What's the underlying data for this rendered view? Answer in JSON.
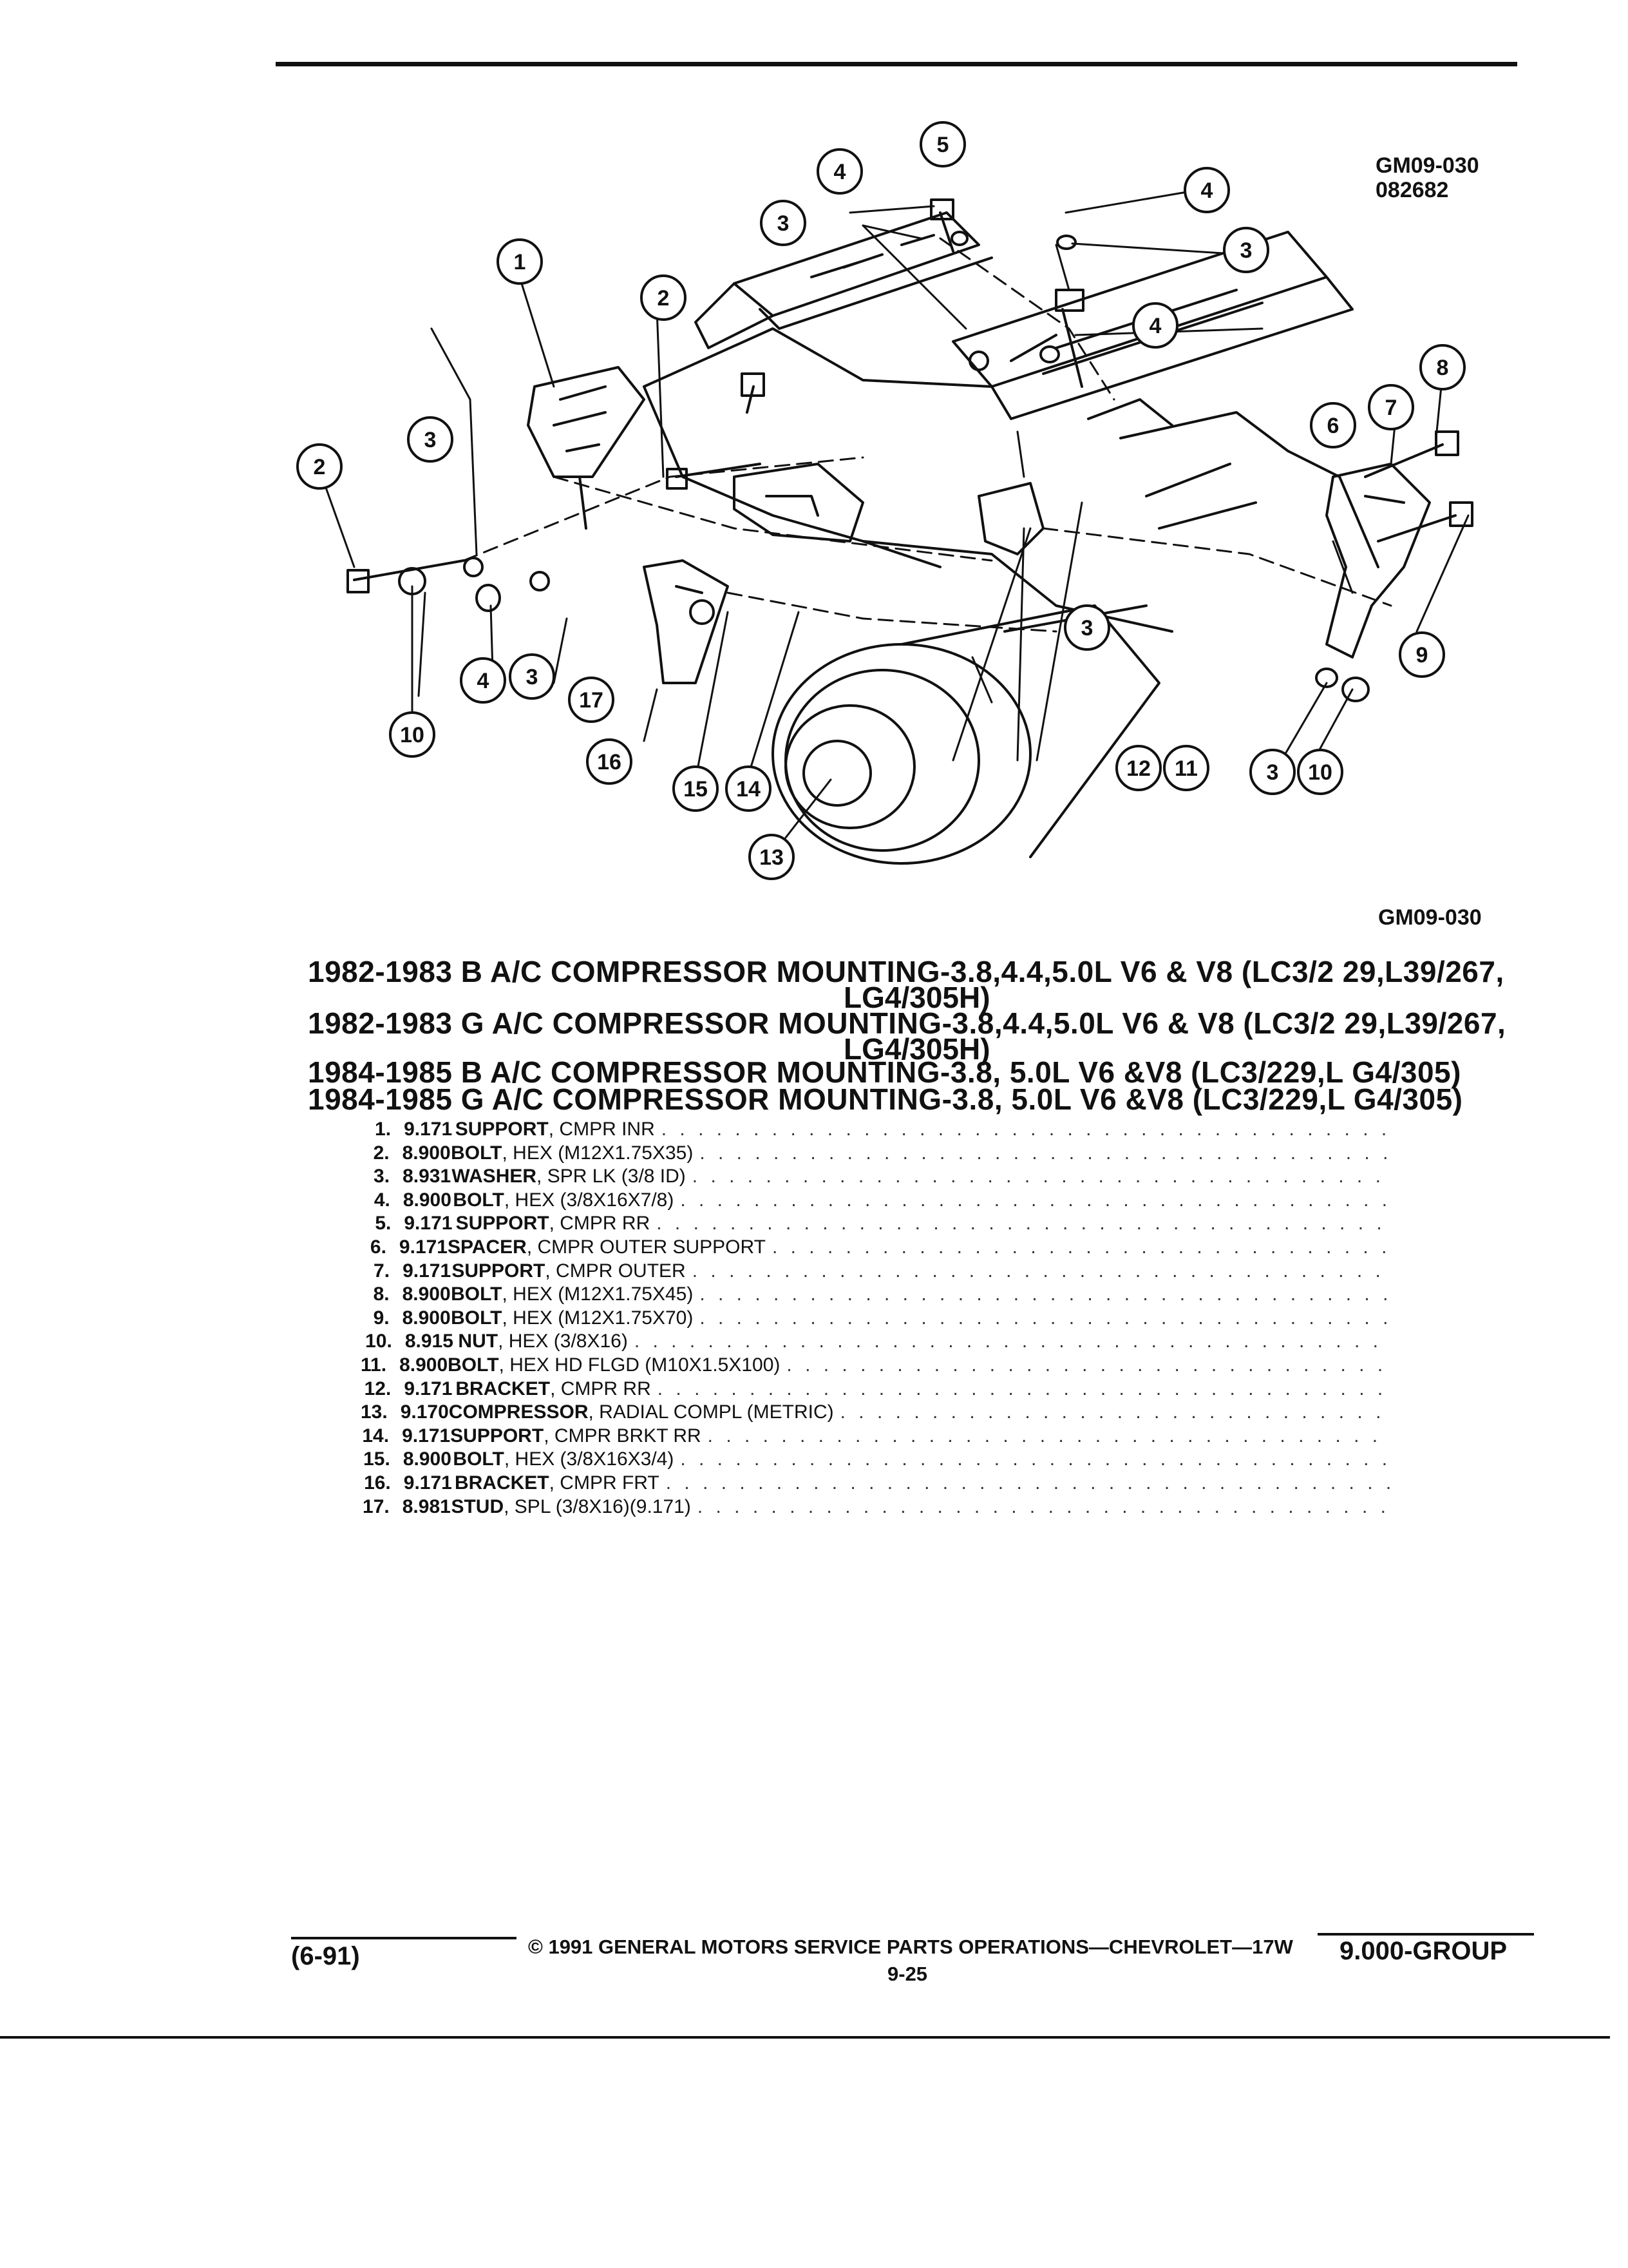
{
  "figure": {
    "id_top": "GM09-030",
    "date_code": "082682",
    "caption": "GM09-030",
    "callouts": [
      "1",
      "2",
      "2",
      "3",
      "3",
      "3",
      "3",
      "3",
      "3",
      "4",
      "4",
      "4",
      "4",
      "5",
      "6",
      "7",
      "8",
      "9",
      "10",
      "10",
      "11",
      "12",
      "13",
      "14",
      "15",
      "16",
      "17"
    ]
  },
  "headings": [
    {
      "line": "1982-1983 B A/C COMPRESSOR MOUNTING-3.8,4.4,5.0L V6 & V8 (LC3/2 29,L39/267,",
      "cont": "LG4/305H)"
    },
    {
      "line": "1982-1983 G A/C COMPRESSOR MOUNTING-3.8,4.4,5.0L V6 & V8 (LC3/2 29,L39/267,",
      "cont": "LG4/305H)"
    },
    {
      "line": "1984-1985 B A/C COMPRESSOR MOUNTING-3.8, 5.0L V6 &V8 (LC3/229,L G4/305)",
      "cont": ""
    },
    {
      "line": "1984-1985 G A/C COMPRESSOR MOUNTING-3.8, 5.0L V6 &V8 (LC3/229,L G4/305)",
      "cont": ""
    }
  ],
  "parts": [
    {
      "num": "1.",
      "group": "9.171",
      "name": "SUPPORT",
      "desc": ", CMPR INR"
    },
    {
      "num": "2.",
      "group": "8.900",
      "name": "BOLT",
      "desc": ", HEX (M12X1.75X35)"
    },
    {
      "num": "3.",
      "group": "8.931",
      "name": "WASHER",
      "desc": ", SPR LK (3/8 ID)"
    },
    {
      "num": "4.",
      "group": "8.900",
      "name": "BOLT",
      "desc": ", HEX (3/8X16X7/8)"
    },
    {
      "num": "5.",
      "group": "9.171",
      "name": "SUPPORT",
      "desc": ", CMPR RR"
    },
    {
      "num": "6.",
      "group": "9.171",
      "name": "SPACER",
      "desc": ", CMPR OUTER SUPPORT"
    },
    {
      "num": "7.",
      "group": "9.171",
      "name": "SUPPORT",
      "desc": ", CMPR OUTER"
    },
    {
      "num": "8.",
      "group": "8.900",
      "name": "BOLT",
      "desc": ", HEX (M12X1.75X45)"
    },
    {
      "num": "9.",
      "group": "8.900",
      "name": "BOLT",
      "desc": ", HEX (M12X1.75X70)"
    },
    {
      "num": "10.",
      "group": "8.915",
      "name": "NUT",
      "desc": ", HEX (3/8X16)"
    },
    {
      "num": "11.",
      "group": "8.900",
      "name": "BOLT",
      "desc": ", HEX HD FLGD (M10X1.5X100)"
    },
    {
      "num": "12.",
      "group": "9.171",
      "name": "BRACKET",
      "desc": ", CMPR RR"
    },
    {
      "num": "13.",
      "group": "9.170",
      "name": "COMPRESSOR",
      "desc": ", RADIAL COMPL (METRIC)"
    },
    {
      "num": "14.",
      "group": "9.171",
      "name": "SUPPORT",
      "desc": ", CMPR BRKT RR"
    },
    {
      "num": "15.",
      "group": "8.900",
      "name": "BOLT",
      "desc": ", HEX (3/8X16X3/4)"
    },
    {
      "num": "16.",
      "group": "9.171",
      "name": "BRACKET",
      "desc": ", CMPR FRT"
    },
    {
      "num": "17.",
      "group": "8.981",
      "name": "STUD",
      "desc": ", SPL (3/8X16)(9.171)"
    }
  ],
  "footer": {
    "left": "(6-91)",
    "copyright": "© 1991 GENERAL MOTORS SERVICE PARTS OPERATIONS—CHEVROLET—17W",
    "page": "9-25",
    "group": "9.000-GROUP"
  }
}
